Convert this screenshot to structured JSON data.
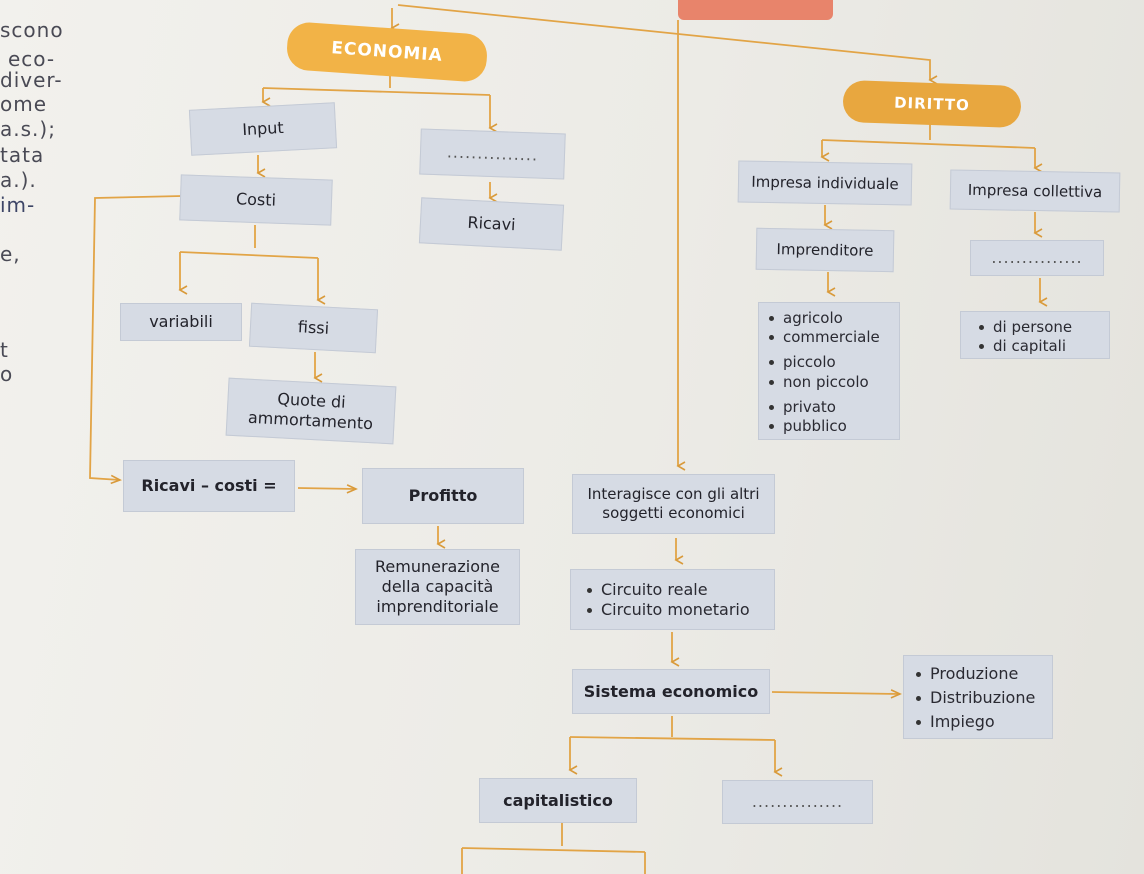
{
  "left_margin_text": [
    "scono",
    "eco-",
    "diver-",
    "ome",
    "a.s.);",
    "tata",
    "a.).",
    "im-",
    "e,",
    "t",
    "o"
  ],
  "economia": {
    "title": "ECONOMIA",
    "input": "Input",
    "blank_output": "...............",
    "costi": "Costi",
    "ricavi": "Ricavi",
    "variabili": "variabili",
    "fissi": "fissi",
    "quote": [
      "Quote di",
      "ammortamento"
    ],
    "ricavi_costi": "Ricavi – costi =",
    "profitto": "Profitto",
    "remunerazione": [
      "Remunerazione",
      "della capacità",
      "imprenditoriale"
    ]
  },
  "diritto": {
    "title": "DIRITTO",
    "impresa_individuale": "Impresa individuale",
    "impresa_collettiva": "Impresa collettiva",
    "imprenditore": "Imprenditore",
    "blank_societa": "...............",
    "imprenditore_types": [
      "agricolo",
      "commerciale",
      "piccolo",
      "non piccolo",
      "privato",
      "pubblico"
    ],
    "collettiva_types": [
      "di persone",
      "di capitali"
    ]
  },
  "sistema": {
    "interagisce": [
      "Interagisce con gli altri",
      "soggetti economici"
    ],
    "circuiti": [
      "Circuito reale",
      "Circuito monetario"
    ],
    "sistema_economico": "Sistema economico",
    "fasi": [
      "Produzione",
      "Distribuzione",
      "Impiego"
    ],
    "capitalistico": "capitalistico",
    "blank_sistema": "..............."
  },
  "colors": {
    "economia_pill": "#f2b347",
    "diritto_pill": "#e8a73f",
    "box": "#d6dbe4",
    "arrow": "#e0a040",
    "top_bar": "#e8846b"
  }
}
